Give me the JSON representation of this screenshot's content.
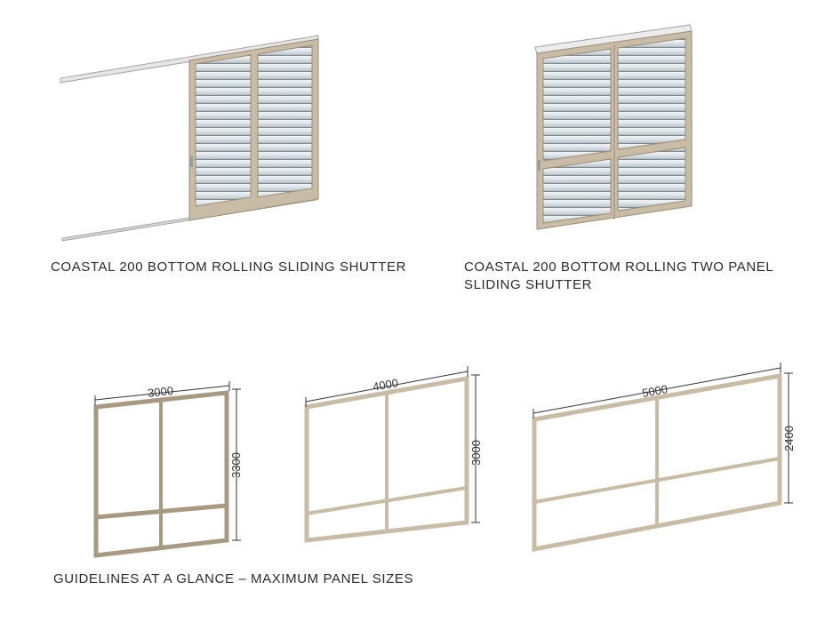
{
  "captions": {
    "single_panel": "COASTAL 200 BOTTOM ROLLING SLIDING SHUTTER",
    "two_panel_line1": "COASTAL 200 BOTTOM ROLLING TWO PANEL",
    "two_panel_line2": "SLIDING SHUTTER",
    "guidelines": "GUIDELINES AT A GLANCE – MAXIMUM PANEL SIZES"
  },
  "panel_sizes": [
    {
      "width": "3000",
      "height": "3300"
    },
    {
      "width": "4000",
      "height": "3000"
    },
    {
      "width": "5000",
      "height": "2400"
    }
  ],
  "colors": {
    "frame": "#c9bca6",
    "frame_dark": "#9a8c74",
    "louvre": "#dde4e8",
    "louvre_line": "#8f989e",
    "track": "#d9d9d9"
  }
}
